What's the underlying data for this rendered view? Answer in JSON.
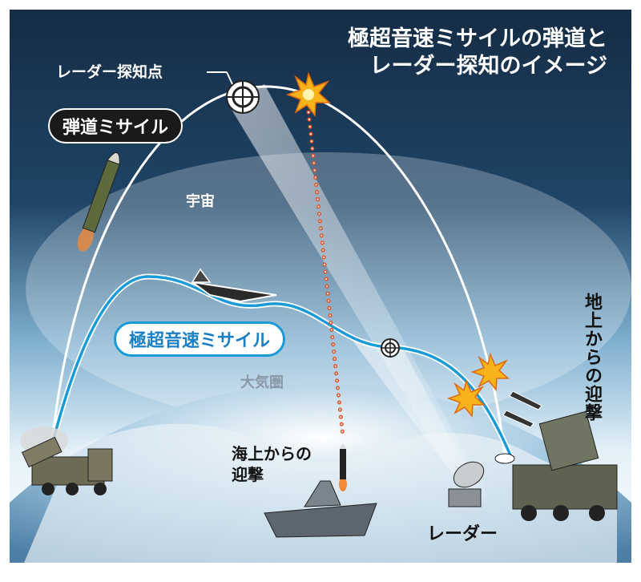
{
  "title": {
    "line1": "極超音速ミサイルの弾道と",
    "line2": "レーダー探知のイメージ"
  },
  "labels": {
    "radar_detection_point": "レーダー探知点",
    "ballistic_missile": "弾道ミサイル",
    "space": "宇宙",
    "hypersonic_missile": "極超音速ミサイル",
    "atmosphere": "大気圏",
    "sea_interception_1": "海上からの",
    "sea_interception_2": "迎撃",
    "radar": "レーダー",
    "ground_interception": "地上からの迎撃"
  },
  "colors": {
    "sky_top": "#17324d",
    "sky_bottom": "#cfe6f4",
    "hypersonic": "#1a9ad6",
    "ballistic": "#ffffff",
    "explosion": "#f7b21c",
    "interceptor_trail": "#e0522a"
  }
}
